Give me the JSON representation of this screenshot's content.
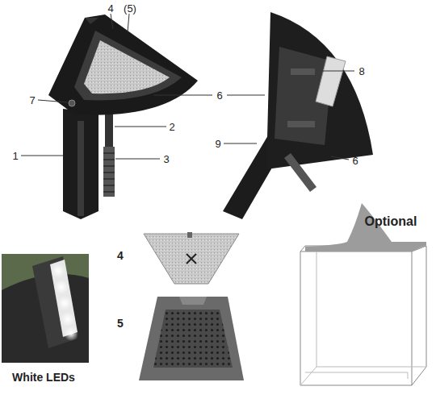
{
  "diagram": {
    "labels": [
      "4",
      "(5)",
      "8",
      "6",
      "7",
      "2",
      "9",
      "1",
      "3",
      "6",
      "Optional",
      "4",
      "5",
      "White LEDs"
    ]
  }
}
